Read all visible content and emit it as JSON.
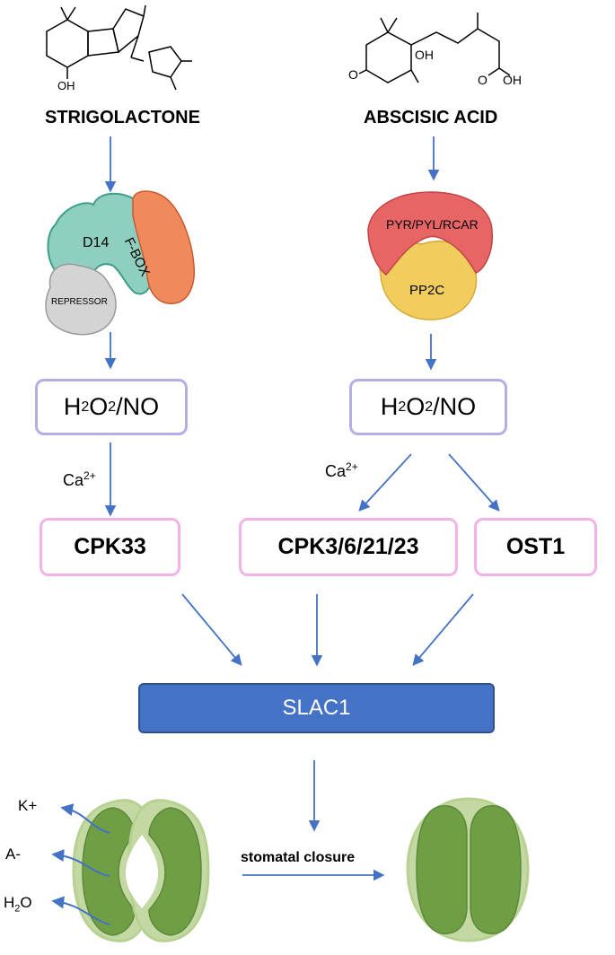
{
  "left": {
    "hormone": "STRIGOLACTONE",
    "oh_label": "OH",
    "receptor": "D14",
    "fbox": "F-BOX",
    "repressor": "REPRESSOR",
    "ros": {
      "main": "H",
      "s1": "2",
      "mid": "O",
      "s2": "2",
      "tail": "/NO"
    },
    "ca": {
      "base": "Ca",
      "sup": "2+"
    },
    "kinase": "CPK33"
  },
  "right": {
    "hormone": "ABSCISIC ACID",
    "oh_label": "OH",
    "o_label": "O",
    "acid_label": "OH",
    "acid_o": "O",
    "receptor": "PYR/PYL/RCAR",
    "phosphatase": "PP2C",
    "ros": {
      "main": "H",
      "s1": "2",
      "mid": "O",
      "s2": "2",
      "tail": " /NO"
    },
    "ca": {
      "base": "Ca",
      "sup": "2+"
    },
    "kinase_a": "CPK3/6/21/23",
    "kinase_b": "OST1"
  },
  "channel": "SLAC1",
  "ions": {
    "k": "K+",
    "a": "A-",
    "h2o": {
      "base": "H",
      "sub": "2",
      "tail": "O"
    }
  },
  "closure_label": "stomatal closure",
  "colors": {
    "arrow": "#4472c4",
    "ros_border": "#b3aee6",
    "kinase_border": "#f2b2e6",
    "slac_fill": "#4472c4",
    "d14": "#8fcfbf",
    "fbox": "#f08a5d",
    "repressor": "#d4d4d4",
    "pyr": "#e86565",
    "pp2c": "#f0cd5c",
    "guard_cell": "#6f9e45",
    "guard_outline": "#b7d191"
  }
}
